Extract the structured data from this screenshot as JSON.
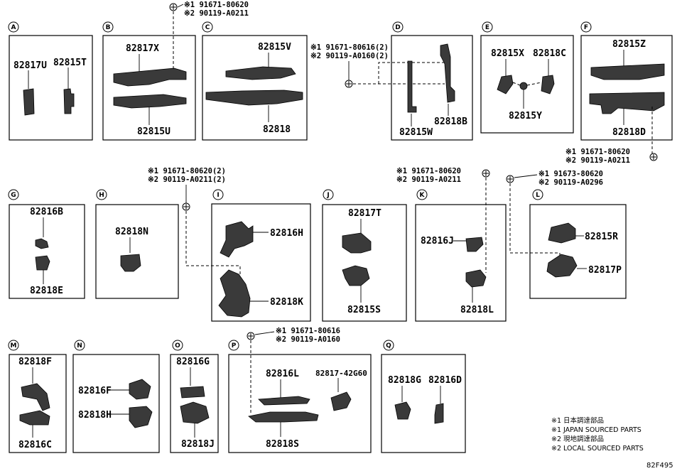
{
  "panels": {
    "A": "A",
    "B": "B",
    "C": "C",
    "D": "D",
    "E": "E",
    "F": "F",
    "G": "G",
    "H": "H",
    "I": "I",
    "J": "J",
    "K": "K",
    "L": "L",
    "M": "M",
    "N": "N",
    "O": "O",
    "P": "P",
    "Q": "Q"
  },
  "parts": {
    "p82817U": "82817U",
    "p82815T": "82815T",
    "p82817X": "82817X",
    "p82815U": "82815U",
    "p82815V": "82815V",
    "p82818": "82818",
    "p82815W": "82815W",
    "p82818B": "82818B",
    "p82815X": "82815X",
    "p82818C": "82818C",
    "p82815Y": "82815Y",
    "p82815Z": "82815Z",
    "p82818D": "82818D",
    "p82816B": "82816B",
    "p82818E": "82818E",
    "p82818N": "82818N",
    "p82816H": "82816H",
    "p82818K": "82818K",
    "p82817T": "82817T",
    "p82815S": "82815S",
    "p82816J": "82816J",
    "p82818L": "82818L",
    "p82815R": "82815R",
    "p82817P": "82817P",
    "p82818F": "82818F",
    "p82816C": "82816C",
    "p82816F": "82816F",
    "p82818H": "82818H",
    "p82816G": "82816G",
    "p82818J": "82818J",
    "p82816L": "82816L",
    "p82817_42G60": "82817-42G60",
    "p82818S": "82818S",
    "p82818G": "82818G",
    "p82816D": "82816D"
  },
  "fastener_notes": {
    "top_center_1": "※1 91671-80620",
    "top_center_2": "※2 90119-A0211",
    "d_1": "※1 91671-80616(2)",
    "d_2": "※2 90119-A0160(2)",
    "f_1": "※1 91671-80620",
    "f_2": "※2 90119-A0211",
    "i_1": "※1 91671-80620(2)",
    "i_2": "※2 90119-A0211(2)",
    "k_1": "※1 91671-80620",
    "k_2": "※2 90119-A0211",
    "l_1": "※1 91673-80620",
    "l_2": "※2 90119-A0296",
    "p_1": "※1 91671-80616",
    "p_2": "※2 90119-A0160"
  },
  "legend": {
    "line1": "※1 日本調達部品",
    "line2": "※1 JAPAN SOURCED PARTS",
    "line3": "※2 現地調達部品",
    "line4": "※2 LOCAL SOURCED PARTS"
  },
  "diagram_code": "82F495"
}
